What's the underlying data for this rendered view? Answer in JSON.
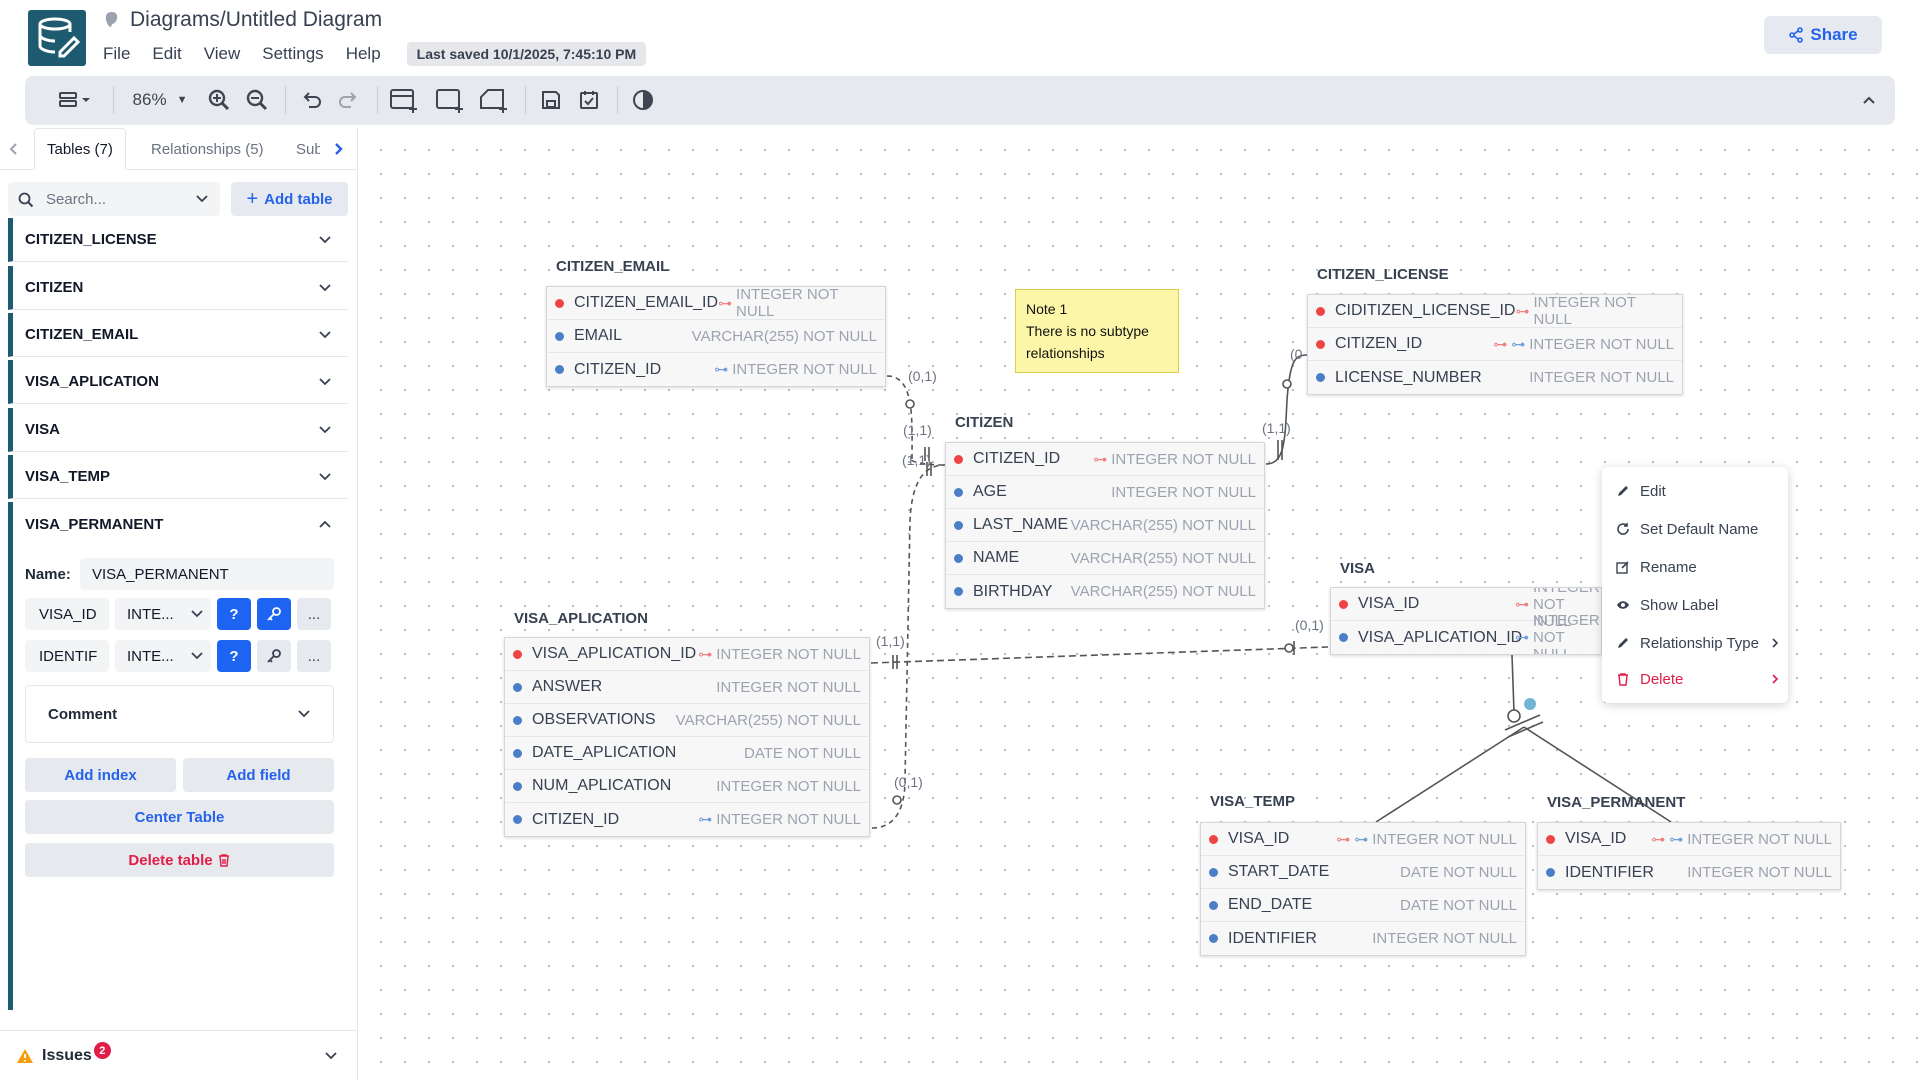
{
  "app": {
    "title": "Diagrams/Untitled Diagram",
    "menu": [
      "File",
      "Edit",
      "View",
      "Settings",
      "Help"
    ],
    "last_saved": "Last saved 10/1/2025, 7:45:10 PM",
    "share_label": "Share"
  },
  "toolbar": {
    "zoom": "86%"
  },
  "sidebar": {
    "tabs": [
      "Tables (7)",
      "Relationships (5)",
      "Sub"
    ],
    "search_placeholder": "Search...",
    "add_table_label": "Add table",
    "tables": [
      "CITIZEN_LICENSE",
      "CITIZEN",
      "CITIZEN_EMAIL",
      "VISA_APLICATION",
      "VISA",
      "VISA_TEMP",
      "VISA_PERMANENT"
    ],
    "expanded": {
      "name_label": "Name:",
      "name_value": "VISA_PERMANENT",
      "fields": [
        {
          "name": "VISA_ID",
          "type": "INTE...",
          "null_label": "?"
        },
        {
          "name": "IDENTIF",
          "type": "INTE...",
          "null_label": "?"
        }
      ],
      "more_label": "...",
      "comment_label": "Comment",
      "add_index_label": "Add index",
      "add_field_label": "Add field",
      "center_table_label": "Center Table",
      "delete_table_label": "Delete table"
    },
    "issues_label": "Issues",
    "issues_count": "2"
  },
  "diagram": {
    "tables": {
      "citizen_email": {
        "title": "CITIZEN_EMAIL",
        "fields": [
          {
            "name": "CITIZEN_EMAIL_ID",
            "type": "INTEGER NOT NULL",
            "pk": true,
            "fk": false
          },
          {
            "name": "EMAIL",
            "type": "VARCHAR(255) NOT NULL",
            "pk": false,
            "fk": false
          },
          {
            "name": "CITIZEN_ID",
            "type": "INTEGER NOT NULL",
            "pk": false,
            "fk": true
          }
        ]
      },
      "citizen_license": {
        "title": "CITIZEN_LICENSE",
        "fields": [
          {
            "name": "CIDITIZEN_LICENSE_ID",
            "type": "INTEGER NOT NULL",
            "pk": true,
            "fk": false
          },
          {
            "name": "CITIZEN_ID",
            "type": "INTEGER NOT NULL",
            "pk": true,
            "fk": true
          },
          {
            "name": "LICENSE_NUMBER",
            "type": "INTEGER NOT NULL",
            "pk": false,
            "fk": false
          }
        ]
      },
      "citizen": {
        "title": "CITIZEN",
        "fields": [
          {
            "name": "CITIZEN_ID",
            "type": "INTEGER NOT NULL",
            "pk": true,
            "fk": false
          },
          {
            "name": "AGE",
            "type": "INTEGER NOT NULL",
            "pk": false,
            "fk": false
          },
          {
            "name": "LAST_NAME",
            "type": "VARCHAR(255) NOT NULL",
            "pk": false,
            "fk": false
          },
          {
            "name": "NAME",
            "type": "VARCHAR(255) NOT NULL",
            "pk": false,
            "fk": false
          },
          {
            "name": "BIRTHDAY",
            "type": "VARCHAR(255) NOT NULL",
            "pk": false,
            "fk": false
          }
        ]
      },
      "visa": {
        "title": "VISA",
        "fields": [
          {
            "name": "VISA_ID",
            "type": "INTEGER NOT NULL",
            "pk": true,
            "fk": false
          },
          {
            "name": "VISA_APLICATION_ID",
            "type": "INTEGER NOT NULL",
            "pk": false,
            "fk": true
          }
        ]
      },
      "visa_aplication": {
        "title": "VISA_APLICATION",
        "fields": [
          {
            "name": "VISA_APLICATION_ID",
            "type": "INTEGER NOT NULL",
            "pk": true,
            "fk": false
          },
          {
            "name": "ANSWER",
            "type": "INTEGER NOT NULL",
            "pk": false,
            "fk": false
          },
          {
            "name": "OBSERVATIONS",
            "type": "VARCHAR(255) NOT NULL",
            "pk": false,
            "fk": false
          },
          {
            "name": "DATE_APLICATION",
            "type": "DATE NOT NULL",
            "pk": false,
            "fk": false
          },
          {
            "name": "NUM_APLICATION",
            "type": "INTEGER NOT NULL",
            "pk": false,
            "fk": false
          },
          {
            "name": "CITIZEN_ID",
            "type": "INTEGER NOT NULL",
            "pk": false,
            "fk": true
          }
        ]
      },
      "visa_temp": {
        "title": "VISA_TEMP",
        "fields": [
          {
            "name": "VISA_ID",
            "type": "INTEGER NOT NULL",
            "pk": true,
            "fk": true
          },
          {
            "name": "START_DATE",
            "type": "DATE NOT NULL",
            "pk": false,
            "fk": false
          },
          {
            "name": "END_DATE",
            "type": "DATE NOT NULL",
            "pk": false,
            "fk": false
          },
          {
            "name": "IDENTIFIER",
            "type": "INTEGER NOT NULL",
            "pk": false,
            "fk": false
          }
        ]
      },
      "visa_permanent": {
        "title": "VISA_PERMANENT",
        "fields": [
          {
            "name": "VISA_ID",
            "type": "INTEGER NOT NULL",
            "pk": true,
            "fk": true
          },
          {
            "name": "IDENTIFIER",
            "type": "INTEGER NOT NULL",
            "pk": false,
            "fk": false
          }
        ]
      }
    },
    "note": {
      "title": "Note 1",
      "text": "There is no subtype relationships"
    },
    "cardinality_labels": {
      "email_citizen_a": "(0,1)",
      "email_citizen_b": "(1,1)",
      "aplication_citizen_a": "(1,1)",
      "aplication_citizen_b": "(0,1)",
      "license_citizen_a": "(0",
      "license_citizen_b": "(1,1)",
      "visa_aplication_a": "(1,1)",
      "visa_aplication_b": "(0,1)"
    }
  },
  "context_menu": {
    "items": [
      "Edit",
      "Set Default Name",
      "Rename",
      "Show Label",
      "Relationship Type",
      "Delete"
    ]
  },
  "colors": {
    "accent": "#1f5b70",
    "primary_blue": "#2563eb",
    "danger": "#e11d48",
    "pk_dot": "#ef4444",
    "field_dot": "#4a7fc8",
    "note_bg": "#fcf7a8"
  }
}
